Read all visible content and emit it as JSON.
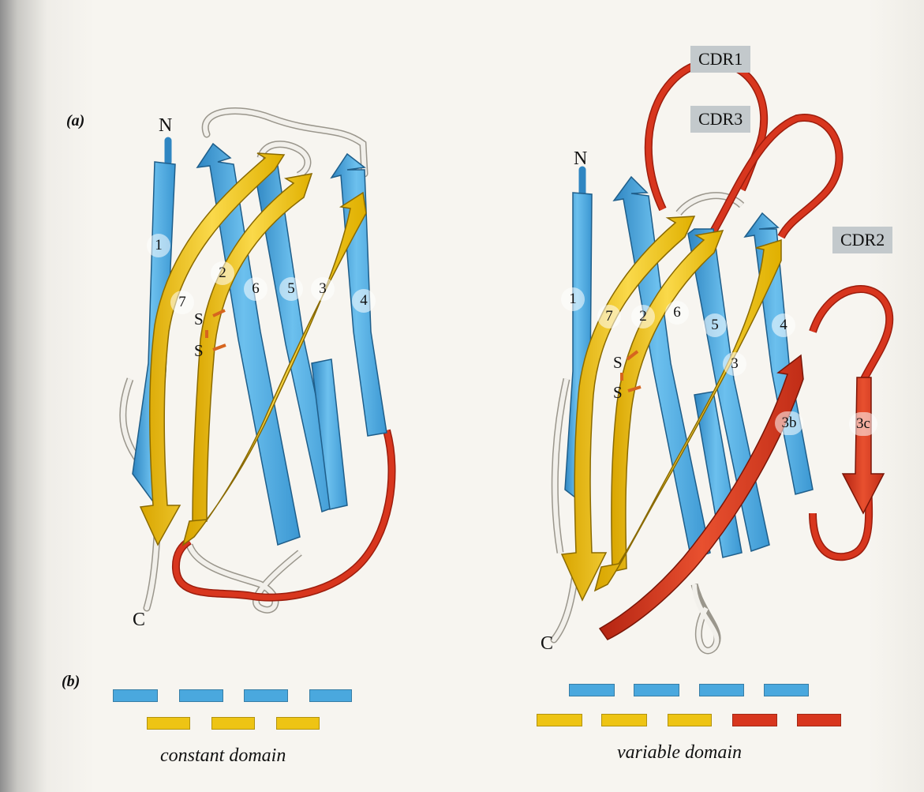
{
  "colors": {
    "strand_blue": "#4aa8de",
    "strand_yellow": "#eec414",
    "loop_red": "#d8361e",
    "loop_white": "#f2f0eb",
    "cdr_box": "#c3c9cc"
  },
  "panel_a": {
    "label": "(a)"
  },
  "panel_b": {
    "label": "(b)"
  },
  "constant": {
    "n_term": "N",
    "c_term": "C",
    "strands": [
      "1",
      "2",
      "7",
      "6",
      "5",
      "3",
      "4"
    ],
    "disulfide_top": "S",
    "disulfide_bottom": "S",
    "caption": "constant domain"
  },
  "variable": {
    "n_term": "N",
    "c_term": "C",
    "cdr1": "CDR1",
    "cdr2": "CDR2",
    "cdr3": "CDR3",
    "strands": [
      "1",
      "7",
      "2",
      "6",
      "5",
      "4",
      "3",
      "3b",
      "3c"
    ],
    "disulfide_top": "S",
    "disulfide_bottom": "S",
    "caption": "variable domain"
  }
}
